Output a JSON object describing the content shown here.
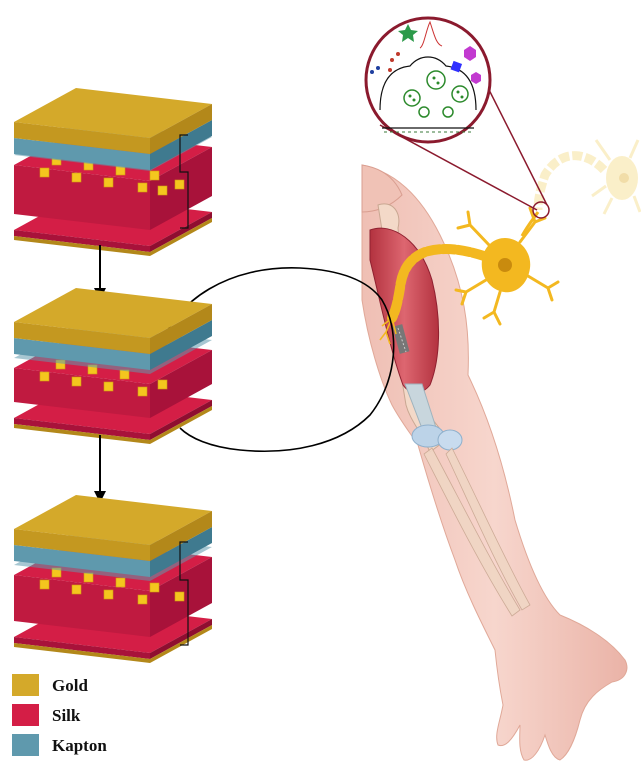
{
  "colors": {
    "gold": "#d4a92a",
    "gold_side": "#b3881a",
    "kapton": "#5f99ad",
    "kapton_side": "#3f7a8f",
    "silk": "#d41e46",
    "silk_side": "#a8123a",
    "bump": "#f4c61e",
    "bump_dark": "#d39b10",
    "skin": "#f2c7bd",
    "muscle": "#c9485a",
    "neuron": "#f3b820",
    "neuron_faded": "#f6dc8a",
    "circle_outline": "#8b1a2e"
  },
  "legend": [
    {
      "label": "Gold",
      "color": "#d4a92a"
    },
    {
      "label": "Silk",
      "color": "#d41e46"
    },
    {
      "label": "Kapton",
      "color": "#5f99ad"
    }
  ],
  "devices": [
    {
      "state": "separated",
      "gap": "large"
    },
    {
      "state": "contact",
      "gap": "small"
    },
    {
      "state": "separated",
      "gap": "large"
    }
  ],
  "icons": {
    "arrow": "down-arrow-icon",
    "neuron": "neuron-icon",
    "synapse": "synapse-icon"
  }
}
